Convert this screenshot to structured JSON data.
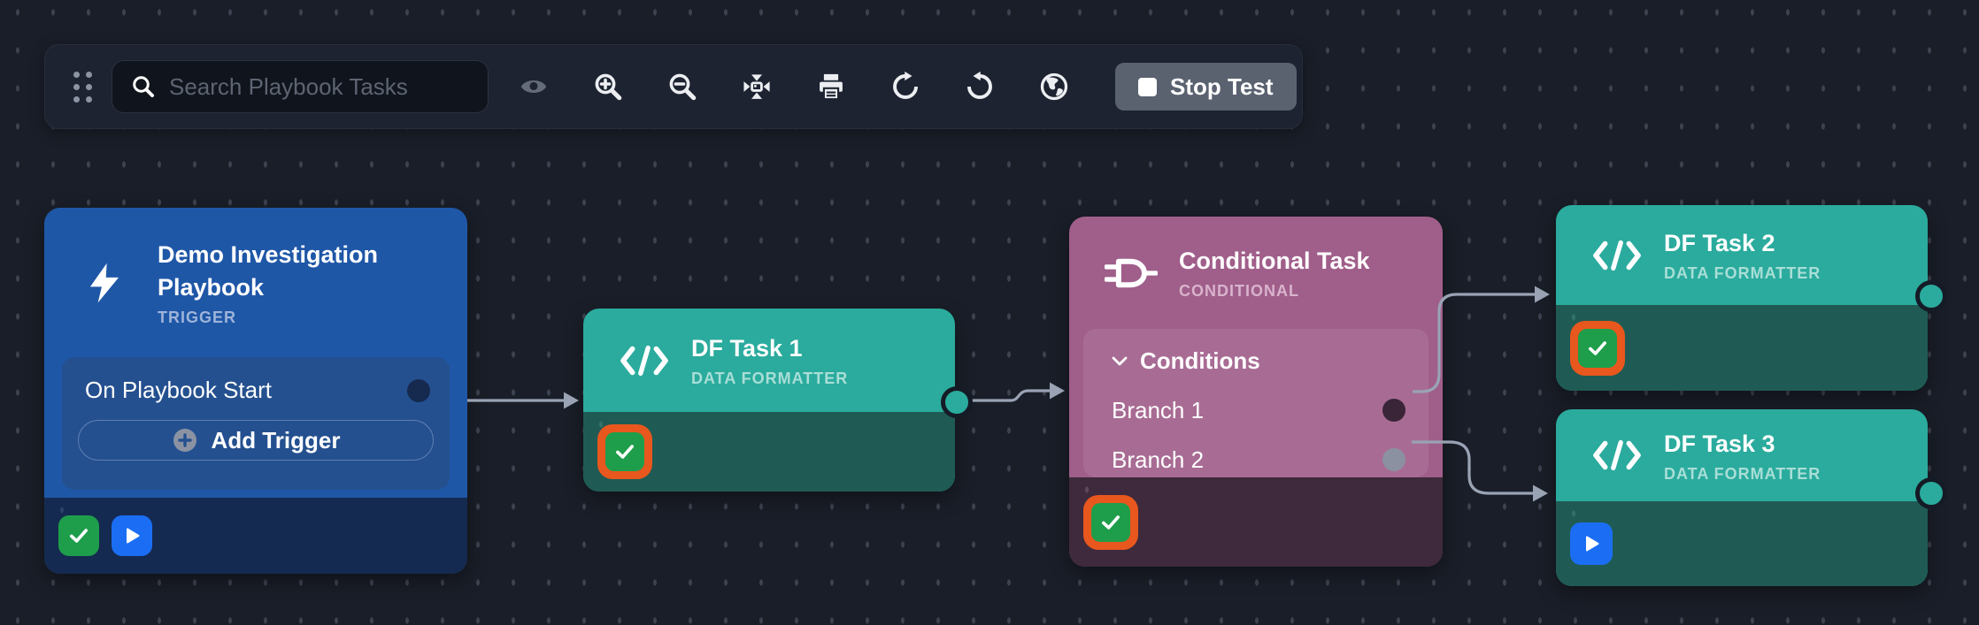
{
  "toolbar": {
    "search": {
      "placeholder": "Search Playbook Tasks",
      "icon": "search-icon"
    },
    "icons": [
      "drag-handle",
      "eye-icon",
      "zoom-in-icon",
      "zoom-out-icon",
      "fit-view-icon",
      "print-icon",
      "redo-icon",
      "undo-icon",
      "globe-icon"
    ],
    "stop_button": {
      "label": "Stop Test",
      "icon": "stop-square-icon"
    }
  },
  "canvas": {
    "nodes": {
      "trigger": {
        "title": "Demo Investigation Playbook",
        "subtitle": "TRIGGER",
        "icon": "lightning-icon",
        "row_label": "On Playbook Start",
        "add_button_label": "Add Trigger",
        "status_badges": [
          "success-check",
          "play"
        ]
      },
      "df1": {
        "title": "DF Task 1",
        "subtitle": "DATA FORMATTER",
        "icon": "code-icon",
        "status_badges": [
          "success-check-highlighted"
        ]
      },
      "conditional": {
        "title": "Conditional Task",
        "subtitle": "CONDITIONAL",
        "icon": "logic-gate-icon",
        "conditions_label": "Conditions",
        "branches": [
          "Branch 1",
          "Branch 2"
        ],
        "status_badges": [
          "success-check-highlighted"
        ]
      },
      "df2": {
        "title": "DF Task 2",
        "subtitle": "DATA FORMATTER",
        "icon": "code-icon",
        "status_badges": [
          "success-check-highlighted"
        ]
      },
      "df3": {
        "title": "DF Task 3",
        "subtitle": "DATA FORMATTER",
        "icon": "code-icon",
        "status_badges": [
          "play"
        ]
      }
    },
    "edges": [
      {
        "from": "trigger",
        "to": "df1"
      },
      {
        "from": "df1",
        "to": "conditional"
      },
      {
        "from": "conditional.branch-1",
        "to": "df2"
      },
      {
        "from": "conditional.branch-2",
        "to": "df3"
      }
    ]
  },
  "colors": {
    "canvas_bg": "#1a1e28",
    "toolbar_bg": "#1d2330",
    "trigger_blue": "#1f57a7",
    "formatter_teal": "#2aab9d",
    "conditional_mauve": "#a05e8a",
    "success_green": "#1e9e4b",
    "play_blue": "#1b6ef3",
    "highlight_orange": "#e8571d",
    "edge_gray": "#99a3b4"
  }
}
